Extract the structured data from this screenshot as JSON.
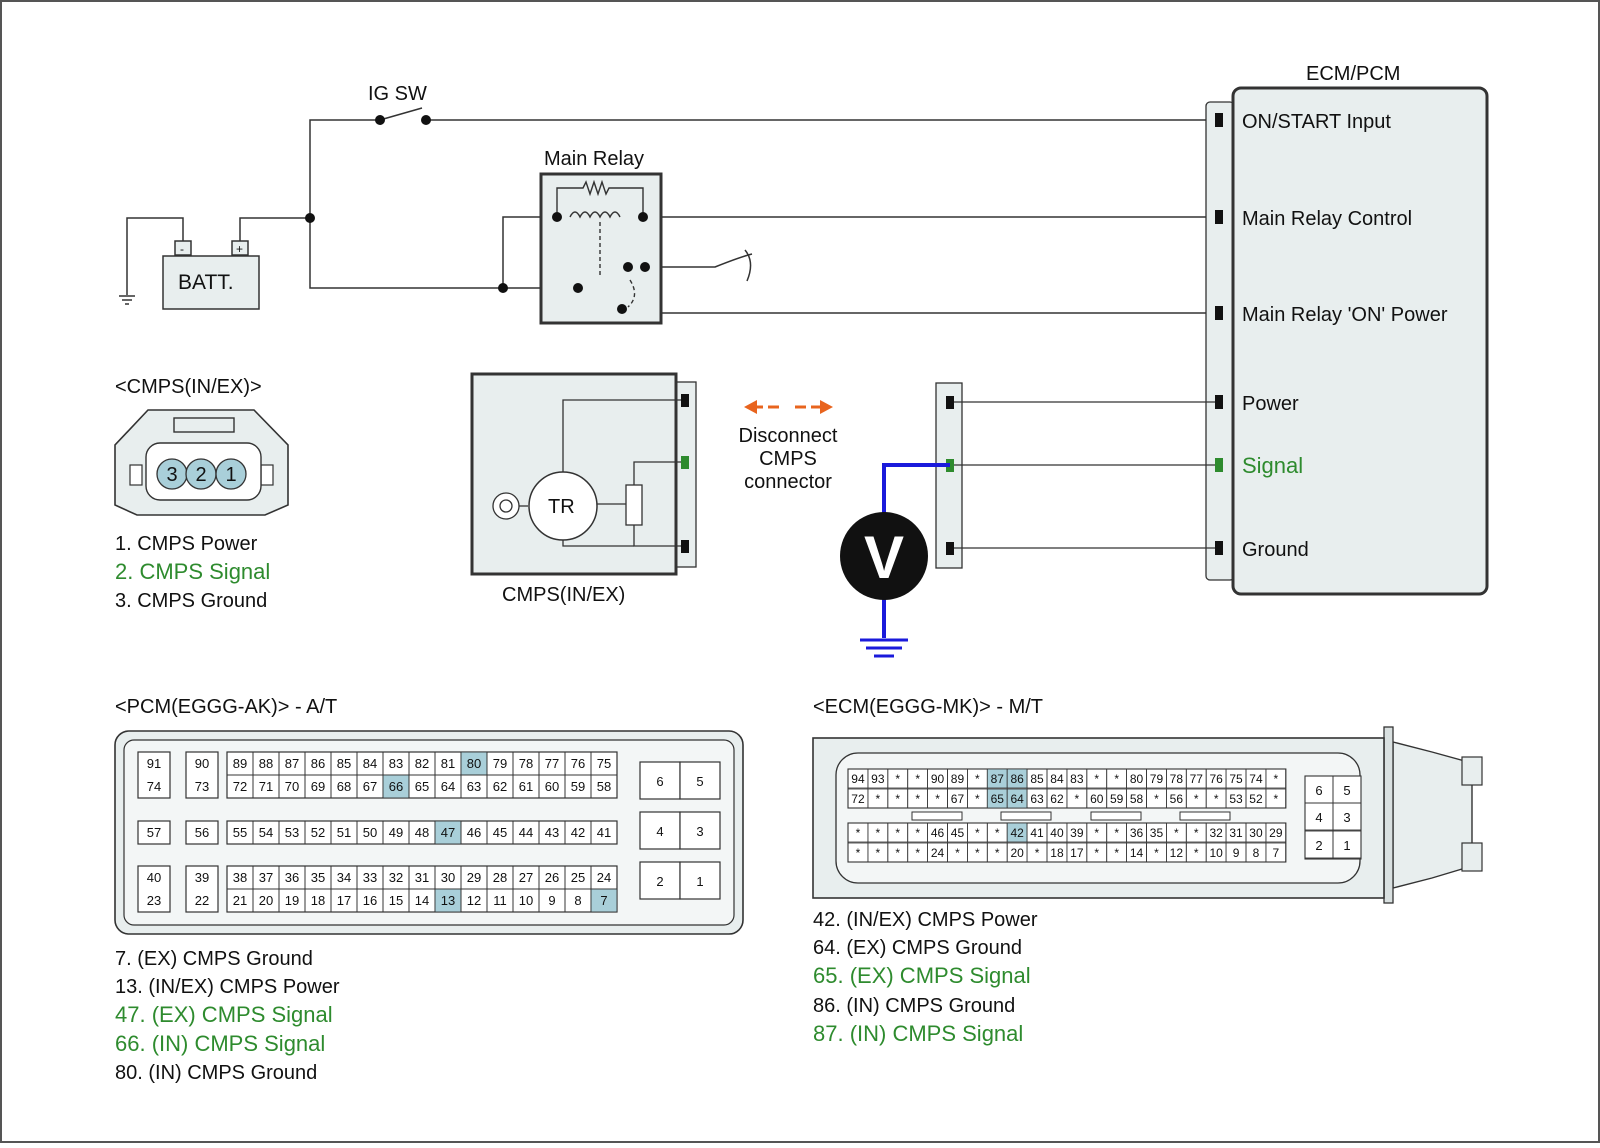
{
  "labels": {
    "ig_sw": "IG SW",
    "main_relay": "Main Relay",
    "battery": "BATT.",
    "battery_minus": "-",
    "battery_plus": "+",
    "ecm_pcm": "ECM/PCM",
    "transistor": "TR",
    "voltmeter": "V",
    "cmps_sensor_caption": "CMPS(IN/EX)",
    "disconnect_line1": "Disconnect",
    "disconnect_line2": "CMPS",
    "disconnect_line3": "connector"
  },
  "ecm_terminals": [
    {
      "label": "ON/START Input",
      "color": "#111111"
    },
    {
      "label": "Main Relay Control",
      "color": "#111111"
    },
    {
      "label": "Main Relay 'ON' Power",
      "color": "#111111"
    },
    {
      "label": "Power",
      "color": "#111111"
    },
    {
      "label": "Signal",
      "color": "#2e8b2e"
    },
    {
      "label": "Ground",
      "color": "#111111"
    }
  ],
  "cmps_connector": {
    "title": "<CMPS(IN/EX)>",
    "pins": [
      "3",
      "2",
      "1"
    ],
    "legend": [
      {
        "text": "1. CMPS Power",
        "color": "#111111"
      },
      {
        "text": "2. CMPS Signal",
        "color": "#2e8b2e"
      },
      {
        "text": "3. CMPS Ground",
        "color": "#111111"
      }
    ]
  },
  "pcm_connector": {
    "title": "<PCM(EGGG-AK)> - A/T",
    "rows": [
      [
        "91",
        "90",
        "89",
        "88",
        "87",
        "86",
        "85",
        "84",
        "83",
        "82",
        "81",
        "80",
        "79",
        "78",
        "77",
        "76",
        "75"
      ],
      [
        "74",
        "73",
        "72",
        "71",
        "70",
        "69",
        "68",
        "67",
        "66",
        "65",
        "64",
        "63",
        "62",
        "61",
        "60",
        "59",
        "58"
      ],
      [
        "57",
        "56",
        "55",
        "54",
        "53",
        "52",
        "51",
        "50",
        "49",
        "48",
        "47",
        "46",
        "45",
        "44",
        "43",
        "42",
        "41"
      ],
      [
        "40",
        "39",
        "38",
        "37",
        "36",
        "35",
        "34",
        "33",
        "32",
        "31",
        "30",
        "29",
        "28",
        "27",
        "26",
        "25",
        "24"
      ],
      [
        "23",
        "22",
        "21",
        "20",
        "19",
        "18",
        "17",
        "16",
        "15",
        "14",
        "13",
        "12",
        "11",
        "10",
        "9",
        "8",
        "7"
      ]
    ],
    "aux_pins": [
      "6",
      "5",
      "4",
      "3",
      "2",
      "1"
    ],
    "highlighted": [
      "80",
      "66",
      "47",
      "13",
      "7"
    ],
    "legend": [
      {
        "text": "7. (EX) CMPS Ground",
        "color": "#111111"
      },
      {
        "text": "13. (IN/EX) CMPS Power",
        "color": "#111111"
      },
      {
        "text": "47. (EX) CMPS Signal",
        "color": "#2e8b2e"
      },
      {
        "text": "66. (IN) CMPS Signal",
        "color": "#2e8b2e"
      },
      {
        "text": "80. (IN) CMPS Ground",
        "color": "#111111"
      }
    ]
  },
  "ecm_connector": {
    "title": "<ECM(EGGG-MK)> - M/T",
    "rows": [
      [
        "94",
        "93",
        "*",
        "*",
        "90",
        "89",
        "*",
        "87",
        "86",
        "85",
        "84",
        "83",
        "*",
        "*",
        "80",
        "79",
        "78",
        "77",
        "76",
        "75",
        "74",
        "*"
      ],
      [
        "72",
        "*",
        "*",
        "*",
        "*",
        "67",
        "*",
        "65",
        "64",
        "63",
        "62",
        "*",
        "60",
        "59",
        "58",
        "*",
        "56",
        "*",
        "*",
        "53",
        "52",
        "*"
      ],
      [
        "*",
        "*",
        "*",
        "*",
        "46",
        "45",
        "*",
        "*",
        "42",
        "41",
        "40",
        "39",
        "*",
        "*",
        "36",
        "35",
        "*",
        "*",
        "32",
        "31",
        "30",
        "29"
      ],
      [
        "*",
        "*",
        "*",
        "*",
        "24",
        "*",
        "*",
        "*",
        "20",
        "*",
        "18",
        "17",
        "*",
        "*",
        "14",
        "*",
        "12",
        "*",
        "10",
        "9",
        "8",
        "7"
      ]
    ],
    "aux_pins": [
      "6",
      "5",
      "4",
      "3",
      "2",
      "1"
    ],
    "highlighted": [
      "87",
      "86",
      "65",
      "64",
      "42"
    ],
    "legend": [
      {
        "text": "42. (IN/EX) CMPS Power",
        "color": "#111111"
      },
      {
        "text": "64. (EX) CMPS Ground",
        "color": "#111111"
      },
      {
        "text": "65. (EX) CMPS Signal",
        "color": "#2e8b2e"
      },
      {
        "text": "86. (IN) CMPS Ground",
        "color": "#111111"
      },
      {
        "text": "87. (IN) CMPS Signal",
        "color": "#2e8b2e"
      }
    ]
  },
  "colors": {
    "pin_highlight": "#a9cfd9",
    "box_fill": "#e8eeee",
    "signal_green": "#2e8b2e",
    "meter_lead_blue": "#1a1adb",
    "disconnect_arrow": "#e8641e"
  }
}
